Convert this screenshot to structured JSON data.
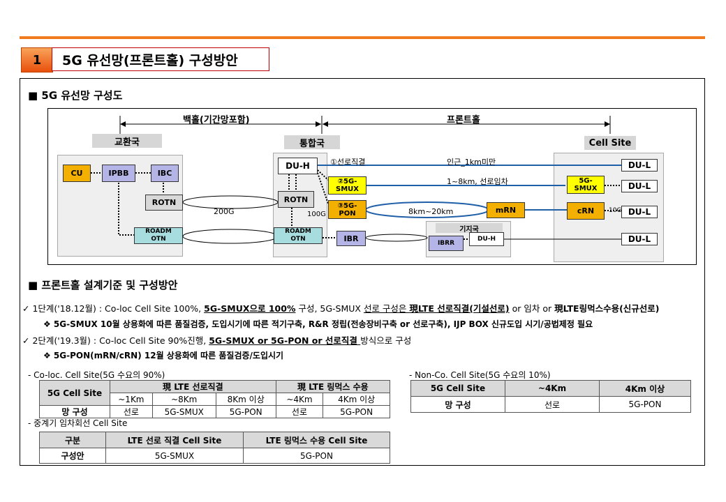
{
  "header": {
    "number": "1",
    "title": "5G 유선망(프론트홀) 구성방안"
  },
  "section1": {
    "title": "■ 5G 유선망 구성도"
  },
  "diagram": {
    "backhaul_label": "백홀(기간망포함)",
    "fronthaul_label": "프론트홀",
    "exchange_label": "교환국",
    "integrated_label": "통합국",
    "cellsite_label": "Cell Site",
    "basestation_label": "기지국",
    "nodes": {
      "cu": "CU",
      "ipbb": "IPBB",
      "ibc": "IBC",
      "rotn_left": "ROTN",
      "roadm_left_1": "ROADM",
      "roadm_left_2": "OTN",
      "duh": "DU-H",
      "rotn_mid": "ROTN",
      "smux_mid_1": "②5G-",
      "smux_mid_2": "SMUX",
      "pon_mid_1": "③5G-",
      "pon_mid_2": "PON",
      "roadm_mid_1": "ROADM",
      "roadm_mid_2": "OTN",
      "ibr": "IBR",
      "ibrr": "IBRR",
      "duh_bs": "DU-H",
      "mrn": "mRN",
      "crn": "cRN",
      "smux_cell_1": "5G-",
      "smux_cell_2": "SMUX",
      "dul_1": "DU-L",
      "dul_2": "DU-L",
      "dul_3": "DU-L",
      "dul_4": "DU-L"
    },
    "link_labels": {
      "direct": "①선로직결",
      "near": "인근_1km미만",
      "lease": "1~8km, 선로임차",
      "pon_range": "8km~20km",
      "g200": "200G",
      "g100": "100G",
      "g10": "10G"
    }
  },
  "section2": {
    "title": "■ 프론트홀 설계기준 및 구성방안"
  },
  "criteria": {
    "line1": {
      "check": "✓",
      "a": " 1단계('18.12월) : Co-loc Cell Site 100%, ",
      "b": "5G-SMUX으로 100%",
      "c": " 구성, 5G-SMUX ",
      "d": "선로 구성은 ",
      "e": "現LTE 선로직결(기설선로)",
      "f": "  or  임차  or  ",
      "g": "現LTE링먹스수용(신규선로)"
    },
    "line2": "❖  5G-SMUX 10월 상용화에 따른 품질검증, 도입시기에 따른 적기구축, R&R 정립(전송장비구축 or 선로구축), IJP BOX 신규도입 시기/공법제정 필요",
    "line3": {
      "check": "✓",
      "a": " 2단계('19.3월) : Co-loc Cell Site 90%진행, ",
      "b": "5G-SMUX or 5G-PON or 선로직결 ",
      "c": "방식으로 구성"
    },
    "line4": "❖  5G-PON(mRN/cRN)  12월 상용화에 따른 품질검증/도입시기"
  },
  "table1": {
    "caption": "-   Co-loc. Cell Site(5G 수요의 90%)",
    "row_head": "5G Cell Site",
    "group1": "現 LTE 선로직결",
    "group2": "現 LTE 링먹스 수용",
    "sub": [
      "~1Km",
      "~8Km",
      "8Km 이상",
      "~4Km",
      "4Km 이상"
    ],
    "row_label": "망 구성",
    "values": [
      "선로",
      "5G-SMUX",
      "5G-PON",
      "선로",
      "5G-PON"
    ]
  },
  "table2": {
    "caption": "-   Non-Co. Cell Site(5G 수요의 10%)",
    "headers": [
      "5G Cell Site",
      "~4Km",
      "4Km 이상"
    ],
    "row_label": "망 구성",
    "values": [
      "선로",
      "5G-PON"
    ]
  },
  "table3": {
    "caption": "-   중계기 임차회선 Cell Site",
    "headers": [
      "구분",
      "LTE 선로 직결 Cell Site",
      "LTE 링먹스 수용 Cell Site"
    ],
    "row_label": "구성안",
    "values": [
      "5G-SMUX",
      "5G-PON"
    ]
  },
  "colors": {
    "accent": "#f07a1e",
    "title_border": "#c00000",
    "line_blue": "#1f5fa8"
  }
}
